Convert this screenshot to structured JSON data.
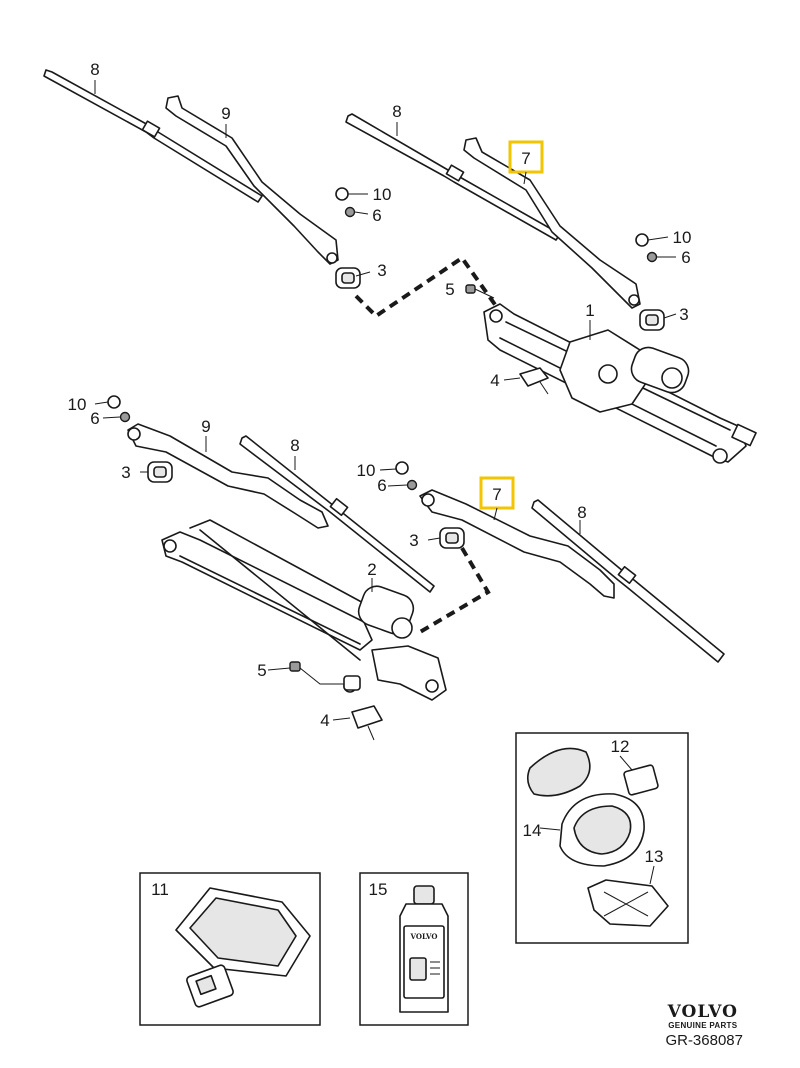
{
  "callouts": {
    "top_wiper_rod_left": "8",
    "top_wiper_arm_left": "9",
    "top_cap_left": "10",
    "top_nut_left": "6",
    "top_seal_left": "3",
    "top_wiper_rod_right": "8",
    "top_wiper_arm_right": "7",
    "top_cap_right": "10",
    "top_nut_right": "6",
    "top_seal_right": "3",
    "top_bolt": "5",
    "top_motor": "1",
    "top_clip": "4",
    "mid_cap": "10",
    "mid_nut": "6",
    "mid_wiper_arm_left": "9",
    "mid_seal_left": "3",
    "mid_wiper_rod_left": "8",
    "mid_cap_right": "10",
    "mid_nut_right": "6",
    "mid_wiper_arm_right": "7",
    "mid_seal_right": "3",
    "mid_wiper_rod_right": "8",
    "mid_motor": "2",
    "mid_bolt": "5",
    "mid_clip": "4",
    "sensor_cover": "12",
    "sensor_gel": "14",
    "sensor_bracket": "13",
    "sensor_module": "11",
    "washer_fluid": "15"
  },
  "bottle_label": "VOLVO",
  "brand": {
    "logo": "VOLVO",
    "subtitle": "GENUINE PARTS"
  },
  "reference_code": "GR-368087",
  "colors": {
    "highlight": "#f2c500",
    "line": "#1a1a1a",
    "part_fill": "#ffffff"
  }
}
